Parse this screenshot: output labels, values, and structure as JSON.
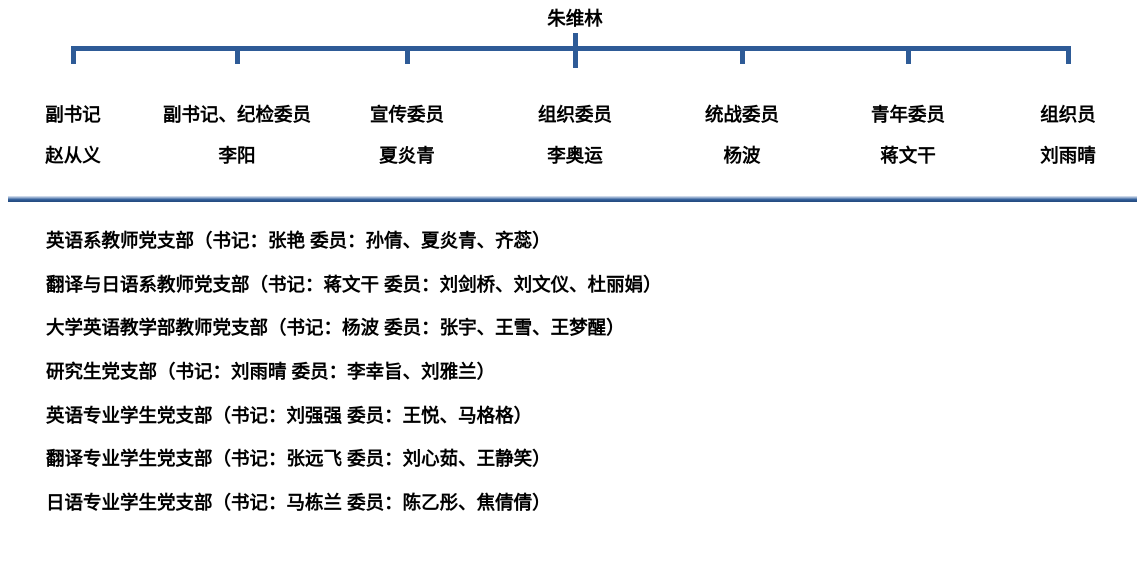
{
  "org_chart": {
    "secretary": {
      "name": "朱维林"
    },
    "committee": [
      {
        "role": "副书记",
        "name": "赵从义"
      },
      {
        "role": "副书记、纪检委员",
        "name": "李阳"
      },
      {
        "role": "宣传委员",
        "name": "夏炎青"
      },
      {
        "role": "组织委员",
        "name": "李奥运"
      },
      {
        "role": "统战委员",
        "name": "杨波"
      },
      {
        "role": "青年委员",
        "name": "蒋文干"
      },
      {
        "role": "组织员",
        "name": "刘雨晴"
      }
    ],
    "line_color": "#2e5b97"
  },
  "branch_list": {
    "items": [
      "英语系教师党支部（书记：张艳 委员：孙倩、夏炎青、齐蕊）",
      "翻译与日语系教师党支部（书记：蒋文干 委员：刘剑桥、刘文仪、杜丽娟）",
      "大学英语教学部教师党支部（书记：杨波 委员：张宇、王雪、王梦醒）",
      "研究生党支部（书记：刘雨晴 委员：李幸旨、刘雅兰）",
      "英语专业学生党支部（书记：刘强强 委员：王悦、马格格）",
      "翻译专业学生党支部（书记：张远飞 委员：刘心茹、王静笑）",
      "日语专业学生党支部（书记：马栋兰 委员：陈乙彤、焦倩倩）"
    ]
  }
}
